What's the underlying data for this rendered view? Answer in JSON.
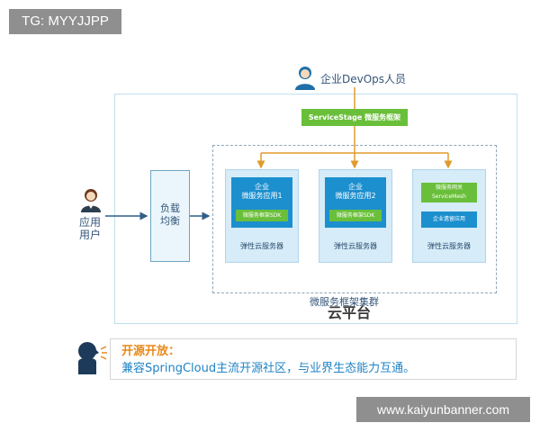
{
  "tag": "TG: MYYJJPP",
  "watermark": "www.kaiyunbanner.com",
  "devops_label": "企业DevOps人员",
  "servicestage_label": "ServiceStage 微服务框架",
  "user_label_line1": "应用",
  "user_label_line2": "用户",
  "load_balancer": {
    "line1": "负载",
    "line2": "均衡"
  },
  "services": [
    {
      "title_line1": "企业",
      "title_line2": "微服务应用1",
      "green": "微服务框架SDK",
      "footer": "弹性云服务器"
    },
    {
      "title_line1": "企业",
      "title_line2": "微服务应用2",
      "green": "微服务框架SDK",
      "footer": "弹性云服务器"
    },
    {
      "green_line1": "微服务网关",
      "green_line2": "ServiceMesh",
      "blue": "企业遗留应用",
      "footer": "弹性云服务器"
    }
  ],
  "cluster_label": "微服务框架集群",
  "platform_label": "云平台",
  "open_title": "开源开放：",
  "open_text": "兼容SpringCloud主流开源社区，与业界生态能力互通。",
  "colors": {
    "accent_blue": "#1c8fce",
    "accent_green": "#6abf3a",
    "accent_orange": "#e8891a"
  }
}
